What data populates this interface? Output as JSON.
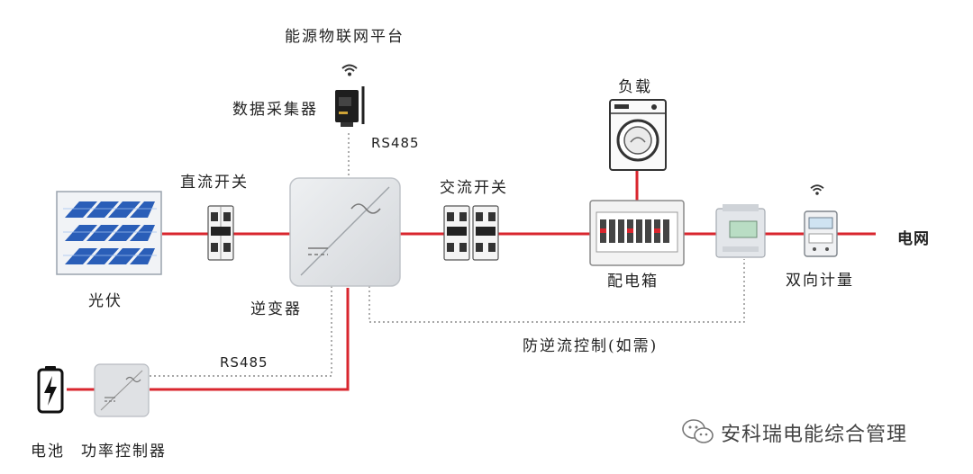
{
  "labels": {
    "platform": "能源物联网平台",
    "collector": "数据采集器",
    "rs485_top": "RS485",
    "dc_switch": "直流开关",
    "ac_switch": "交流开关",
    "load": "负载",
    "grid": "电网",
    "pv": "光伏",
    "inverter": "逆变器",
    "distribution_box": "配电箱",
    "bidirectional_meter": "双向计量",
    "anti_backflow": "防逆流控制(如需)",
    "rs485_bottom": "RS485",
    "battery": "电池",
    "pcs": "功率控制器",
    "watermark": "安科瑞电能综合管理"
  },
  "colors": {
    "power_line": "#d9262e",
    "comm_line": "#888888",
    "device_gray": "#dfe1e4"
  },
  "icons": [
    "wifi-icon",
    "solar-panel-icon",
    "breaker-icon",
    "inverter-icon",
    "washing-machine-icon",
    "distribution-box-icon",
    "meter-icon",
    "battery-icon",
    "wechat-icon"
  ]
}
